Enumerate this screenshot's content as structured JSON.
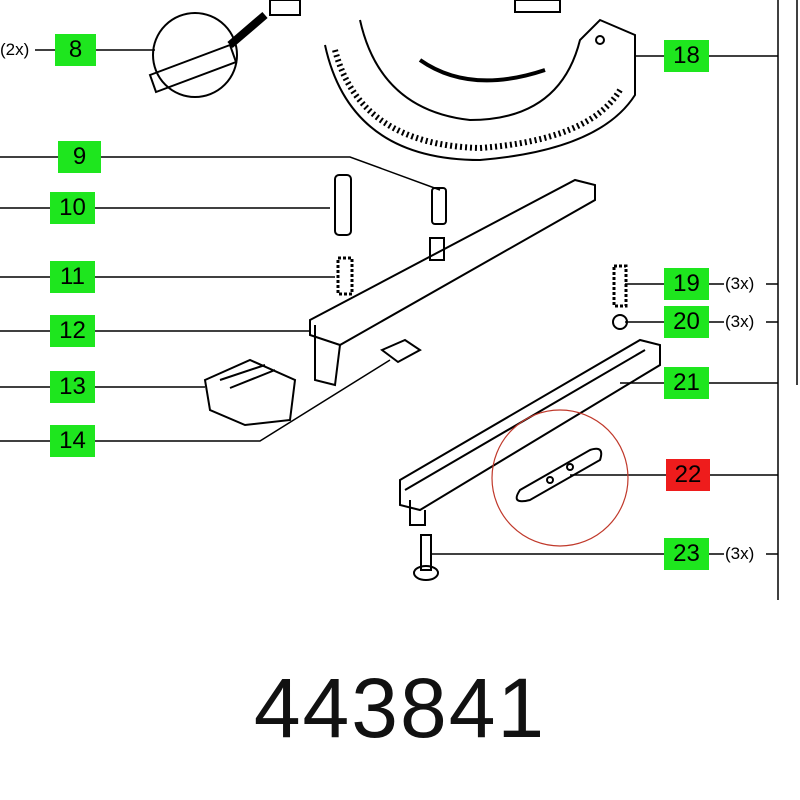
{
  "part_number": "443841",
  "selected_item": "22",
  "colors": {
    "label": "#1ee61e",
    "selected": "#ee1c1c",
    "highlight_circle": "#c0392b"
  },
  "items": [
    {
      "no": "8",
      "qty": "(2x)"
    },
    {
      "no": "9"
    },
    {
      "no": "10"
    },
    {
      "no": "11"
    },
    {
      "no": "12"
    },
    {
      "no": "13"
    },
    {
      "no": "14"
    },
    {
      "no": "18"
    },
    {
      "no": "19",
      "qty": "(3x)"
    },
    {
      "no": "20",
      "qty": "(3x)"
    },
    {
      "no": "21"
    },
    {
      "no": "22"
    },
    {
      "no": "23",
      "qty": "(3x)"
    }
  ]
}
